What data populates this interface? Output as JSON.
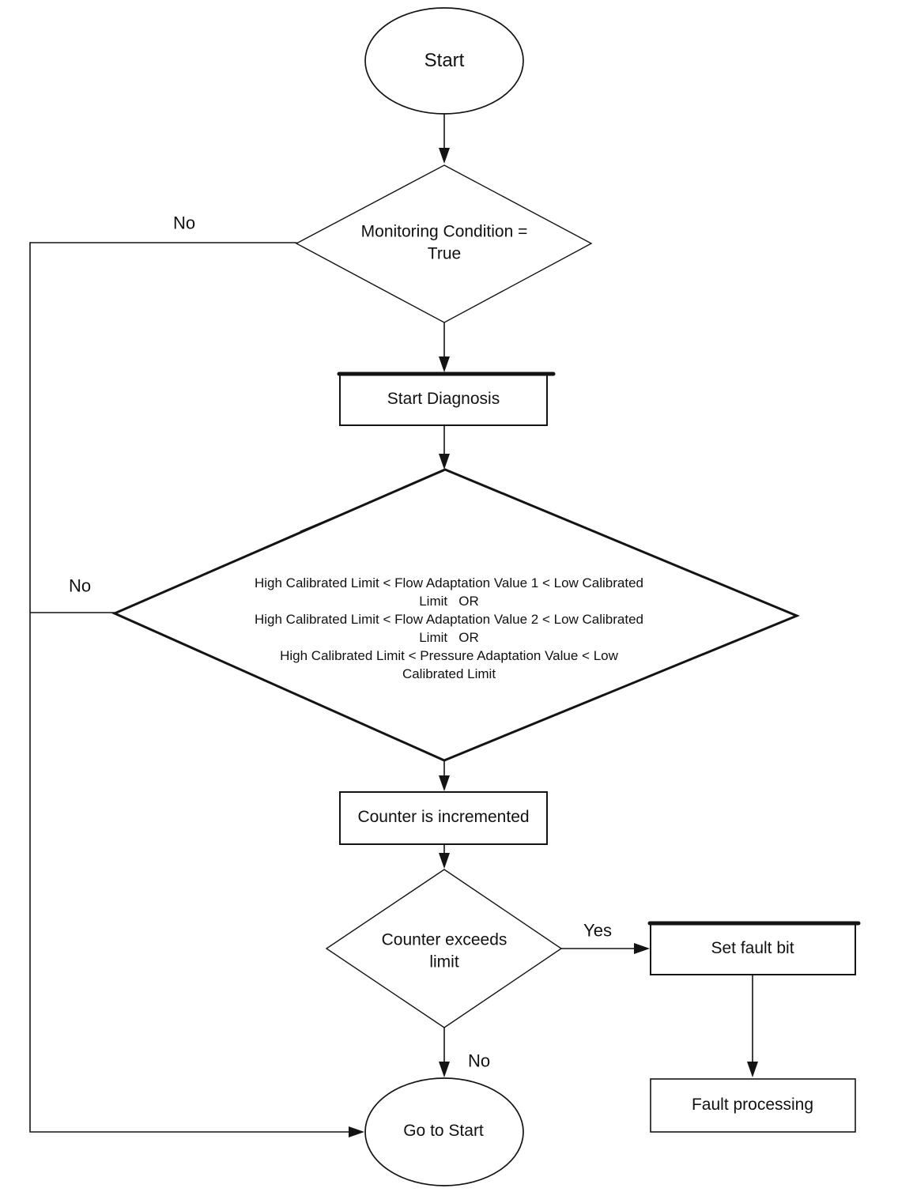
{
  "flowchart": {
    "type": "flowchart-diagram",
    "colors": {
      "stroke": "#141414",
      "background": "#ffffff",
      "text": "#111111"
    },
    "nodes": {
      "start": {
        "shape": "terminator",
        "label": "Start"
      },
      "monitoring": {
        "shape": "decision",
        "label": "Monitoring Condition =\nTrue"
      },
      "start_diagnosis": {
        "shape": "process",
        "label": "Start Diagnosis"
      },
      "adaptation_check": {
        "shape": "decision",
        "label": "High Calibrated Limit < Flow Adaptation Value 1 < Low Calibrated\nLimit   OR\nHigh Calibrated Limit < Flow Adaptation Value 2 < Low Calibrated\nLimit   OR\nHigh Calibrated Limit < Pressure Adaptation Value < Low\nCalibrated Limit"
      },
      "counter_increment": {
        "shape": "process",
        "label": "Counter is incremented"
      },
      "counter_exceeds": {
        "shape": "decision",
        "label": "Counter exceeds\nlimit"
      },
      "set_fault_bit": {
        "shape": "process",
        "label": "Set fault bit"
      },
      "fault_processing": {
        "shape": "process",
        "label": "Fault processing"
      },
      "go_to_start": {
        "shape": "terminator",
        "label": "Go to Start"
      }
    },
    "edge_labels": {
      "monitoring_no": "No",
      "adaptation_no": "No",
      "counter_yes": "Yes",
      "counter_no": "No"
    }
  }
}
